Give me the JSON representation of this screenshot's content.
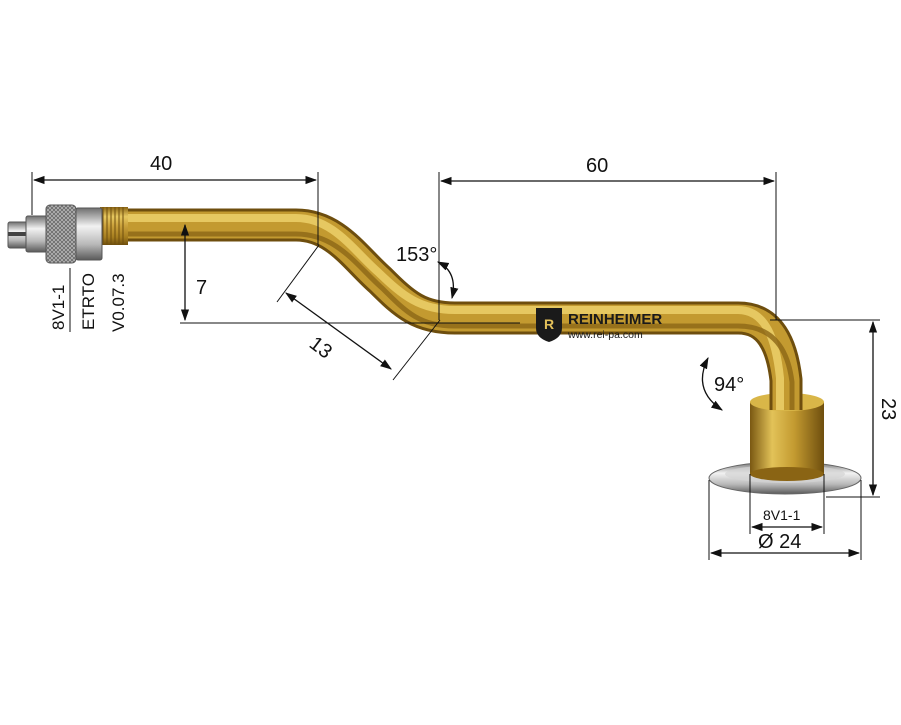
{
  "product": {
    "brand": "REINHEIMER",
    "website": "www.rei-pa.com",
    "logo_icon": "reinheimer-r-logo-icon"
  },
  "markings": {
    "valve_code": "8V1-1",
    "etrto_label": "ETRTO",
    "etrto_code": "V0.07.3"
  },
  "dimensions": {
    "length_first": "40",
    "length_second": "60",
    "offset": "7",
    "bend_length": "13",
    "bend_angle": "153°",
    "base_angle": "94°",
    "height": "23",
    "base_thread": "8V1-1",
    "base_diameter": "Ø 24"
  },
  "colors": {
    "brass_light": "#e6c65a",
    "brass_mid": "#c49a2a",
    "brass_dark": "#7d5a12",
    "steel_light": "#eeeeee",
    "steel_dark": "#8a8a8a",
    "line": "#111111"
  }
}
